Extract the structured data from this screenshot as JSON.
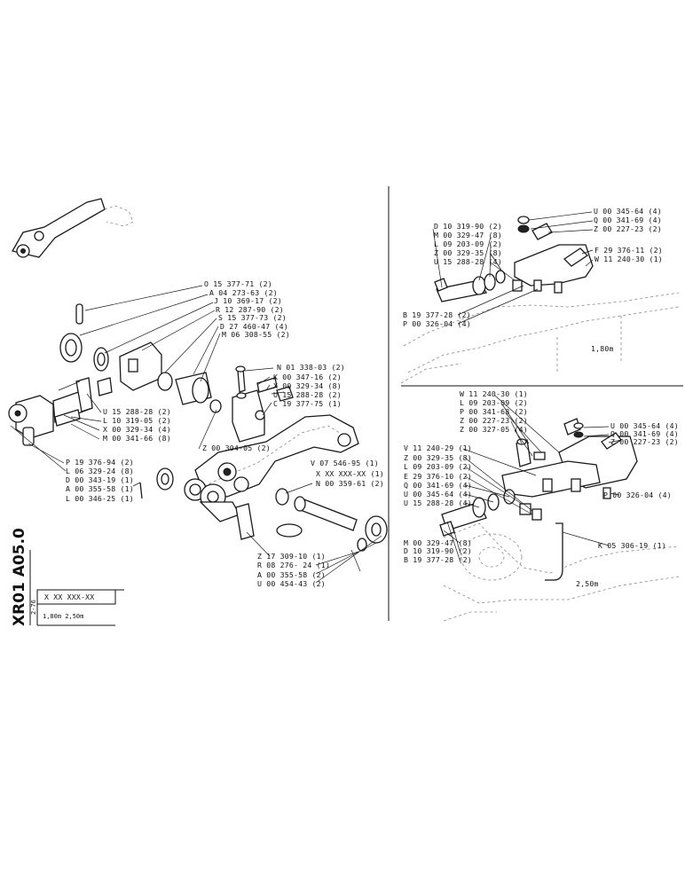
{
  "sheet": {
    "code_vertical": "XR01  A05.0",
    "ref_box": "X XX XXX-XX",
    "date": "2-76",
    "variants": "1,80m   2,50m"
  },
  "panels": {
    "upper_right_size": "1,80m",
    "lower_right_size": "2,50m"
  },
  "labels_left_top": [
    "O 15 377-71 (2)",
    "A 04 273-63 (2)",
    "J 10 369-17 (2)",
    "R 12 287-90 (2)",
    "S 15 377-73 (2)",
    "D 27 460-47 (4)",
    "M 06 308-55 (2)"
  ],
  "labels_left_mid": [
    "U 15 288-28 (2)",
    "L 10 319-05 (2)",
    "X 00 329-34 (4)",
    "M 00 341-66 (8)",
    "Z 00 304-05 (2)"
  ],
  "labels_left_bottom": [
    "P 19 376-94 (2)",
    "L 06 329-24 (8)",
    "D 00 343-19 (1)",
    "A 00 355-58 (1)",
    "L 00 346-25 (1)"
  ],
  "labels_center": [
    "N 01 338-03 (2)",
    "K 00 347-16 (2)",
    "X 00 329-34 (8)",
    "U 15 288-28 (2)",
    "C 19 377-75 (1)"
  ],
  "labels_center_low": [
    "V 07 546-95 (1)",
    "X XX XXX-XX (1)",
    "N 00 359-61 (2)"
  ],
  "labels_bottom": [
    "Z 17 309-10 (1)",
    "R 08 276- 24 (1)",
    "A 00 355-58 (2)",
    "U 00 454-43 (2)"
  ],
  "labels_ur_left": [
    "D 10 319-90 (2)",
    "M 00 329-47 (8)",
    "L 09 203-09 (2)",
    "Z 00 329-35 (8)",
    "U 15 288-28 (4)"
  ],
  "labels_ur_left_low": [
    "B 19 377-28 (2)",
    "P 00 326-04 (4)"
  ],
  "labels_ur_right": [
    "U 00 345-64 (4)",
    "Q 00 341-69 (4)",
    "Z 00 227-23 (2)",
    "F 29 376-11 (2)",
    "W 11 240-30 (1)"
  ],
  "labels_lr_top": [
    "W 11 240-30 (1)",
    "L 09 203-09 (2)",
    "P 00 341-68 (2)",
    "Z 00 227-23 (2)",
    "Z 00 327-05 (4)"
  ],
  "labels_lr_right": [
    "U 00 345-64 (4)",
    "Q 00 341-69 (4)",
    "Z 00 227-23 (2)"
  ],
  "labels_lr_left": [
    "V 11 240-29 (1)",
    "Z 00 329-35 (8)",
    "L 09 203-09 (2)",
    "E 29 376-10 (2)",
    "Q 00 341-69 (4)",
    "U 00 345-64 (4)",
    "U 15 288-28 (4)"
  ],
  "labels_lr_left_low": [
    "M 00 329-47 (8)",
    "D 10 319-90 (2)",
    "B 19 377-28 (2)"
  ],
  "labels_lr_misc": [
    "P 00 326-04 (4)",
    "K 05 306-19 (1)"
  ]
}
